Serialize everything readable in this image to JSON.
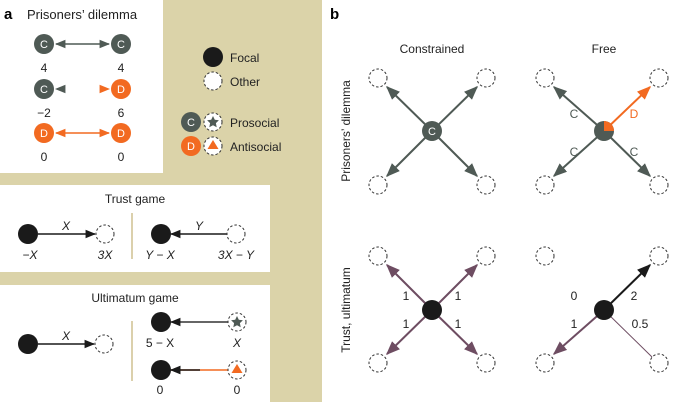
{
  "panel_a": {
    "label": "a",
    "prisoners_dilemma": {
      "title": "Prisoners’ dilemma",
      "rows": [
        {
          "left": "C",
          "right": "C",
          "left_payoff": "4",
          "right_payoff": "4"
        },
        {
          "left": "C",
          "right": "D",
          "left_payoff": "−2",
          "right_payoff": "6"
        },
        {
          "left": "D",
          "right": "D",
          "left_payoff": "0",
          "right_payoff": "0"
        }
      ]
    },
    "legend": {
      "focal": "Focal",
      "other": "Other",
      "prosocial": "Prosocial",
      "antisocial": "Antisocial",
      "c": "C",
      "d": "D"
    },
    "trust_game": {
      "title": "Trust game",
      "x": "X",
      "y": "Y",
      "payoff_a_focal": "−X",
      "payoff_a_other": "3X",
      "payoff_b_focal": "Y − X",
      "payoff_b_other": "3X − Y"
    },
    "ultimatum_game": {
      "title": "Ultimatum game",
      "x": "X",
      "payoff_pro_focal": "5 − X",
      "payoff_pro_other": "X",
      "payoff_anti_focal": "0",
      "payoff_anti_other": "0"
    }
  },
  "panel_b": {
    "label": "b",
    "col_constrained": "Constrained",
    "col_free": "Free",
    "row_pd": "Prisoners’ dilemma",
    "row_trust": "Trust, ultimatum",
    "pd_constrained_center": "C",
    "pd_free_labels": {
      "tl": "C",
      "tr": "D",
      "bl": "C",
      "br": "C"
    },
    "trust_constrained_labels": {
      "tl": "1",
      "tr": "1",
      "bl": "1",
      "br": "1"
    },
    "trust_free_labels": {
      "tl": "0",
      "tr": "2",
      "bl": "1",
      "br": "0.5"
    }
  },
  "colors": {
    "tan": "#dbd3a9",
    "prosocial": "#4f5a55",
    "antisocial": "#f26a21",
    "purple": "#6e4d62"
  }
}
